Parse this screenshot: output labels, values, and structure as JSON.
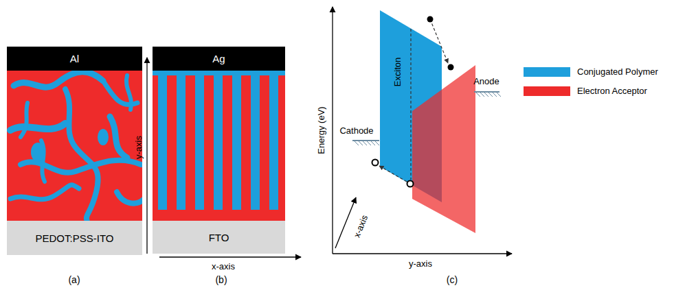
{
  "diagram": {
    "nodes": [
      {
        "text": [
          "Al"
        ]
      },
      {
        "text": [
          "PEDOT:PSS-ITO"
        ]
      },
      {
        "text": [
          "Ag"
        ]
      },
      {
        "text": [
          "FTO"
        ]
      }
    ],
    "labels": [
      "(a)",
      "(b)",
      "(c)",
      "y-axis",
      "x-axis",
      "Energy (eV)",
      "Exciton",
      "Cathode",
      "Anode",
      "x-axis",
      "y-axis"
    ],
    "legend": [
      {
        "text": "Conjugated Polymer",
        "color": "#1e9fdc"
      },
      {
        "text": "Electron Acceptor",
        "color": "#ee2b2b"
      }
    ]
  }
}
